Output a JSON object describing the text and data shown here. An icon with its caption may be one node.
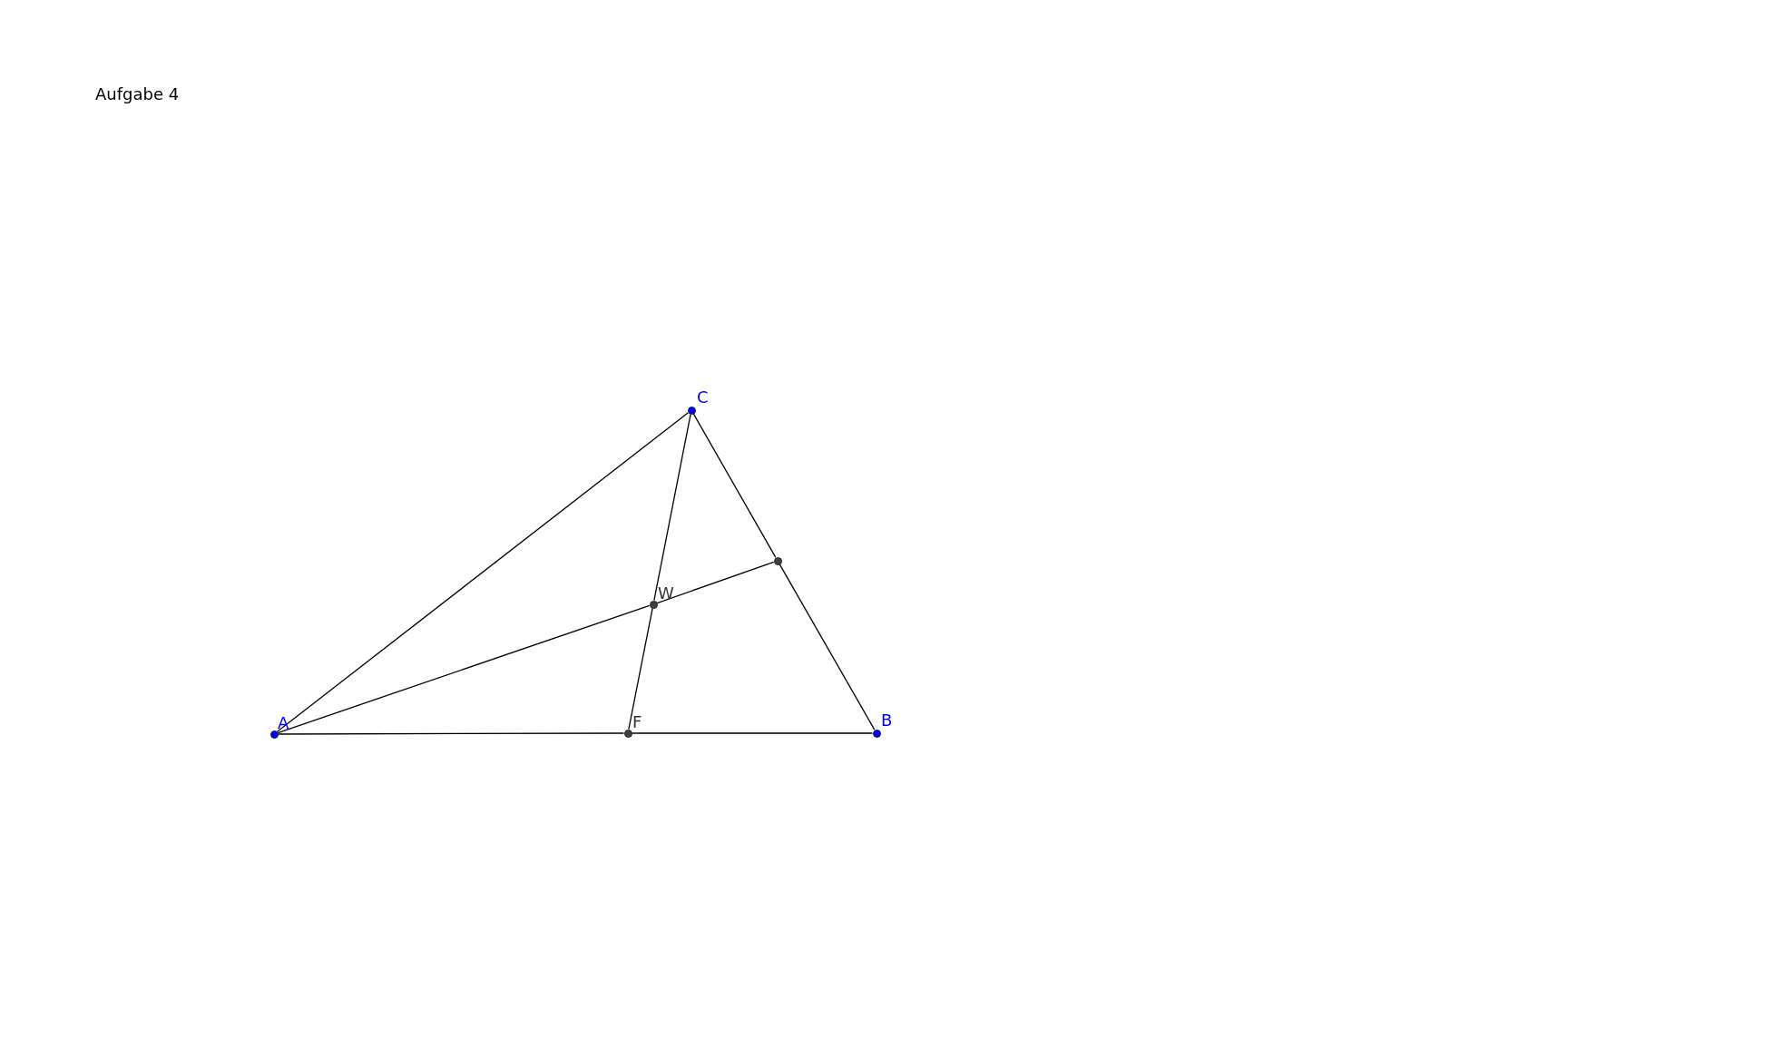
{
  "diagram": {
    "title": "Aufgabe 4",
    "nodes": [
      {
        "text": [],
        "shape": "circle",
        "beside": [
          "C"
        ]
      },
      {
        "text": [],
        "shape": "circle"
      },
      {
        "text": [],
        "shape": "circle",
        "beside": [
          "W"
        ]
      },
      {
        "text": [],
        "shape": "circle",
        "beside": [
          "A"
        ]
      },
      {
        "text": [],
        "shape": "circle",
        "beside": [
          "F"
        ]
      },
      {
        "text": [],
        "shape": "circle",
        "beside": [
          "B"
        ]
      }
    ],
    "edges": [
      {
        "from": 3,
        "to": 0,
        "arrow": "none"
      },
      {
        "from": 0,
        "to": 1,
        "arrow": "none"
      },
      {
        "from": 1,
        "to": 5,
        "arrow": "none"
      },
      {
        "from": 0,
        "to": 2,
        "arrow": "none"
      },
      {
        "from": 2,
        "to": 4,
        "arrow": "none"
      },
      {
        "from": 3,
        "to": 2,
        "arrow": "none"
      },
      {
        "from": 2,
        "to": 1,
        "arrow": "none"
      },
      {
        "from": 3,
        "to": 4,
        "arrow": "none"
      },
      {
        "from": 4,
        "to": 5,
        "arrow": "none"
      }
    ]
  }
}
